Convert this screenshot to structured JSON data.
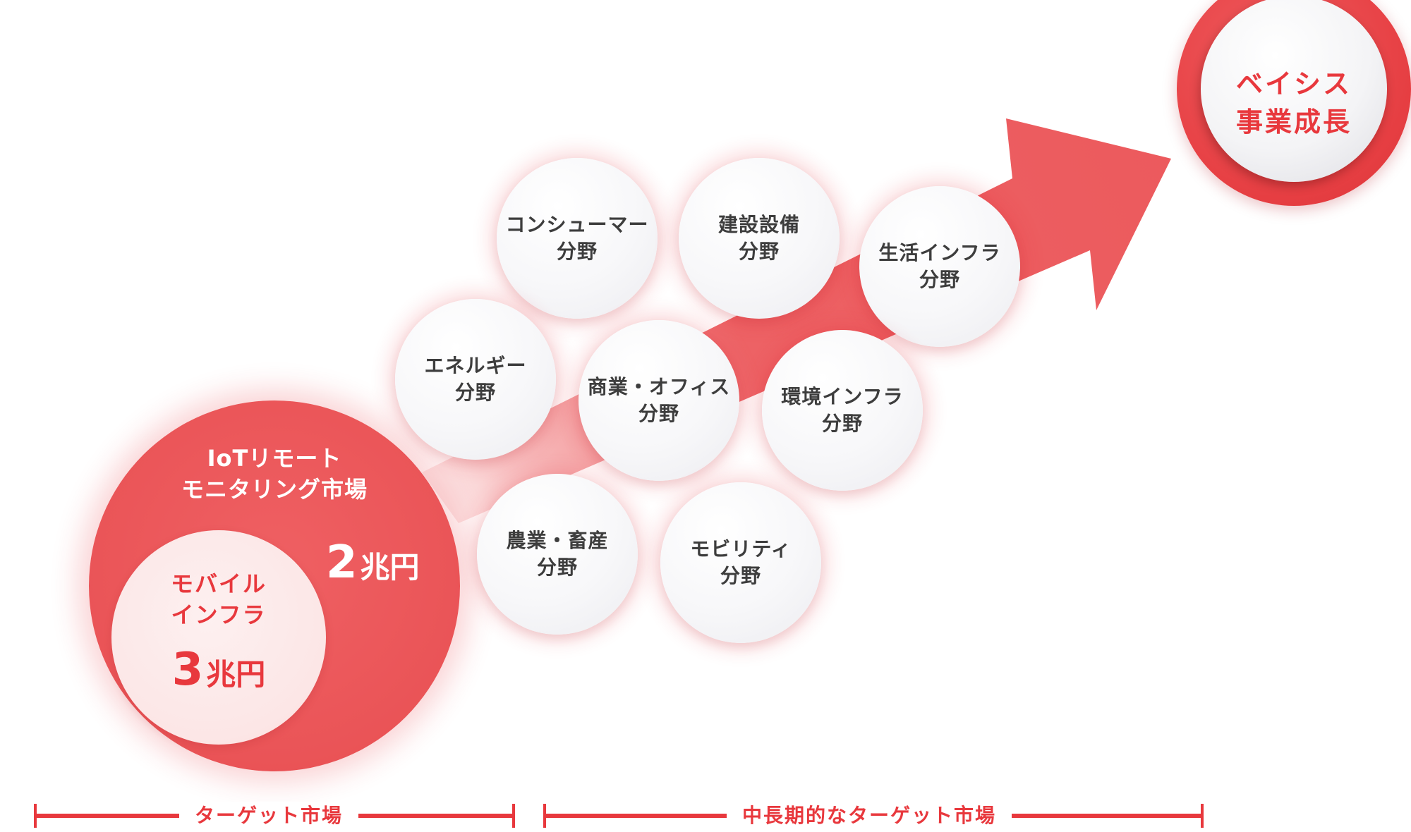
{
  "colors": {
    "accent_red": "#e8383d",
    "circle_red": "#ea5457",
    "pink": "#fce6e6",
    "text_gray": "#3d3d3d"
  },
  "goal": {
    "line1": "ベイシス",
    "line2": "事業成長"
  },
  "iot_market": {
    "line1": "IoTリモート",
    "line2": "モニタリング市場",
    "value_number": "2",
    "value_unit": "兆円"
  },
  "mobile_infra": {
    "line1": "モバイル",
    "line2": "インフラ",
    "value_number": "3",
    "value_unit": "兆円"
  },
  "segments": [
    {
      "id": "consumer",
      "line1": "コンシューマー",
      "line2": "分野"
    },
    {
      "id": "construction",
      "line1": "建設設備",
      "line2": "分野"
    },
    {
      "id": "life-infra",
      "line1": "生活インフラ",
      "line2": "分野"
    },
    {
      "id": "energy",
      "line1": "エネルギー",
      "line2": "分野"
    },
    {
      "id": "commercial-office",
      "line1": "商業・オフィス",
      "line2": "分野"
    },
    {
      "id": "env-infra",
      "line1": "環境インフラ",
      "line2": "分野"
    },
    {
      "id": "agri-livestock",
      "line1": "農業・畜産",
      "line2": "分野"
    },
    {
      "id": "mobility",
      "line1": "モビリティ",
      "line2": "分野"
    }
  ],
  "timeline": {
    "target_label": "ターゲット市場",
    "longterm_label": "中長期的なターゲット市場"
  }
}
